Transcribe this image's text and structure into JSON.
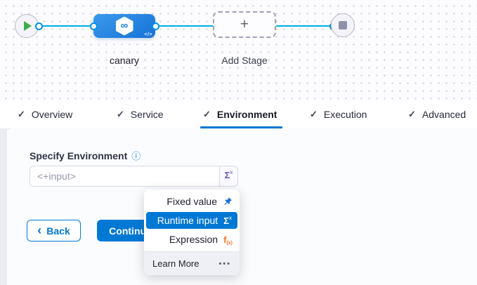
{
  "canvas": {
    "stage": {
      "name": "canary",
      "glyph": "∞",
      "code_icon": "</>"
    },
    "add_stage": {
      "label": "Add Stage",
      "plus": "+"
    }
  },
  "tabs": {
    "check_icon": "✓",
    "items": [
      {
        "label": "Overview",
        "active": false
      },
      {
        "label": "Service",
        "active": false
      },
      {
        "label": "Environment",
        "active": true
      },
      {
        "label": "Execution",
        "active": false
      },
      {
        "label": "Advanced",
        "active": false
      }
    ]
  },
  "form": {
    "label": "Specify Environment",
    "info_icon": "ⓘ",
    "input_placeholder": "<+input>",
    "input_value": "",
    "sigma": "Σ",
    "sigma_sup": "x"
  },
  "actions": {
    "back_chevron": "‹",
    "back": "Back",
    "continue": "Continue"
  },
  "dropdown": {
    "items": [
      {
        "label": "Fixed value",
        "icon": "pin-icon",
        "selected": false
      },
      {
        "label": "Runtime input",
        "icon": "sigma-icon",
        "selected": true
      },
      {
        "label": "Expression",
        "icon": "fx-icon",
        "selected": false
      }
    ],
    "fx": "f",
    "fx_sub": "(x)",
    "footer": {
      "label": "Learn More",
      "more_icon": "•••"
    }
  },
  "colors": {
    "accent_blue": "#0278d5",
    "edge_cyan": "#00ade4",
    "stage_blue": "#1e7fe0",
    "sigma_purple": "#6a4fc9",
    "fx_orange": "#ff7020",
    "play_green": "#3fae4a"
  }
}
